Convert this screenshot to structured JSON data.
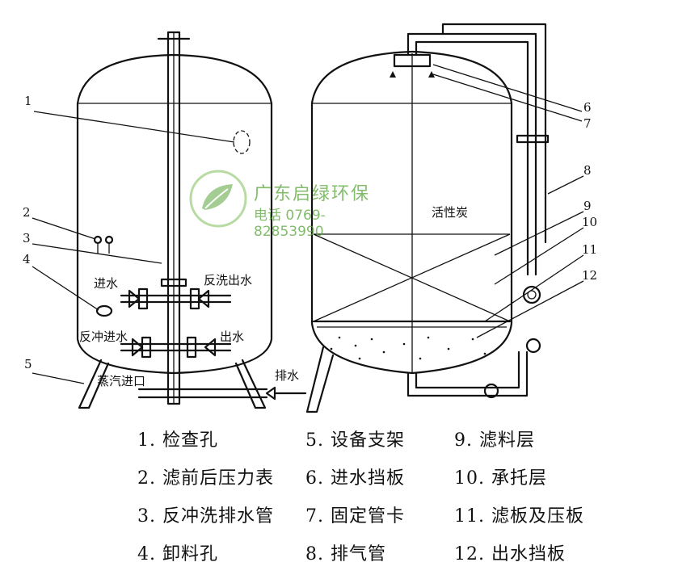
{
  "callouts": {
    "n1": "1",
    "n2": "2",
    "n3": "3",
    "n4": "4",
    "n5": "5",
    "n6": "6",
    "n7": "7",
    "n8": "8",
    "n9": "9",
    "n10": "10",
    "n11": "11",
    "n12": "12"
  },
  "diagram_labels": {
    "inlet": "进水",
    "backwash_out": "反洗出水",
    "backflush_in": "反冲进水",
    "outlet": "出水",
    "steam_inlet": "蒸汽进口",
    "drain": "排水",
    "carbon": "活性炭"
  },
  "watermark": {
    "company": "广东启绿环保",
    "phone": "电话 0769-82853990",
    "logo_icon": "leaf-logo-icon",
    "color": "#5aa63c"
  },
  "legend": {
    "col1": [
      "1. 检查孔",
      "2. 滤前后压力表",
      "3. 反冲洗排水管",
      "4. 卸料孔"
    ],
    "col2": [
      "5. 设备支架",
      "6. 进水挡板",
      "7. 固定管卡",
      "8. 排气管"
    ],
    "col3": [
      "9. 滤料层",
      "10. 承托层",
      "11. 滤板及压板",
      "12. 出水挡板"
    ]
  }
}
